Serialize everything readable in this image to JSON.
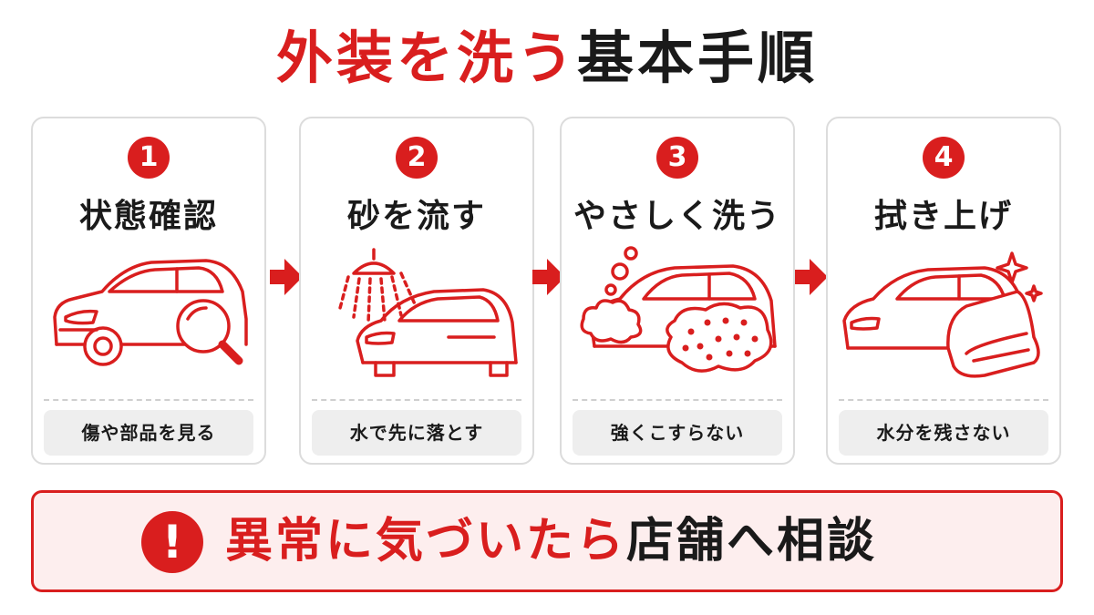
{
  "title": {
    "red_part": "外装を洗う",
    "black_part": "基本手順"
  },
  "steps": [
    {
      "number": "1",
      "title": "状態確認",
      "caption": "傷や部品を見る"
    },
    {
      "number": "2",
      "title": "砂を流す",
      "caption": "水で先に落とす"
    },
    {
      "number": "3",
      "title": "やさしく洗う",
      "caption": "強くこすらない"
    },
    {
      "number": "4",
      "title": "拭き上げ",
      "caption": "水分を残さない"
    }
  ],
  "notice": {
    "icon": "!",
    "red_part": "異常に気づいたら",
    "black_part": "店舗へ相談"
  },
  "colors": {
    "accent": "#d91e1e",
    "card_border": "#dcdcdc",
    "caption_bg": "#eeeeee",
    "notice_bg": "#fdeeee"
  }
}
